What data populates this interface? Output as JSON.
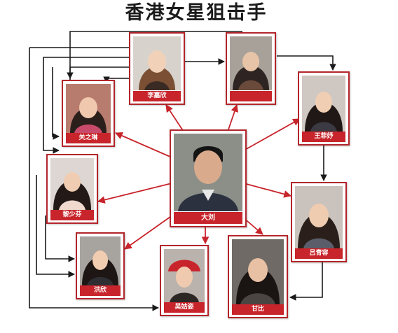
{
  "title": "香港女星狙击手",
  "colors": {
    "accent": "#c8242b",
    "border": "#b3252b",
    "connector_black": "#1a1a1a",
    "connector_red": "#c8242b"
  },
  "people": {
    "center": {
      "name": "大刘"
    },
    "li_jiaxin": {
      "name": "李嘉欣"
    },
    "mystery": {
      "name": ""
    },
    "guan": {
      "name": "关之琳"
    },
    "wang": {
      "name": "王菲妤"
    },
    "left_mid": {
      "name": "黎少芬"
    },
    "lv": {
      "name": "吕青容"
    },
    "hong": {
      "name": "洪欣"
    },
    "wu": {
      "name": "吴姑姿"
    },
    "ganbi": {
      "name": "甘比"
    }
  }
}
